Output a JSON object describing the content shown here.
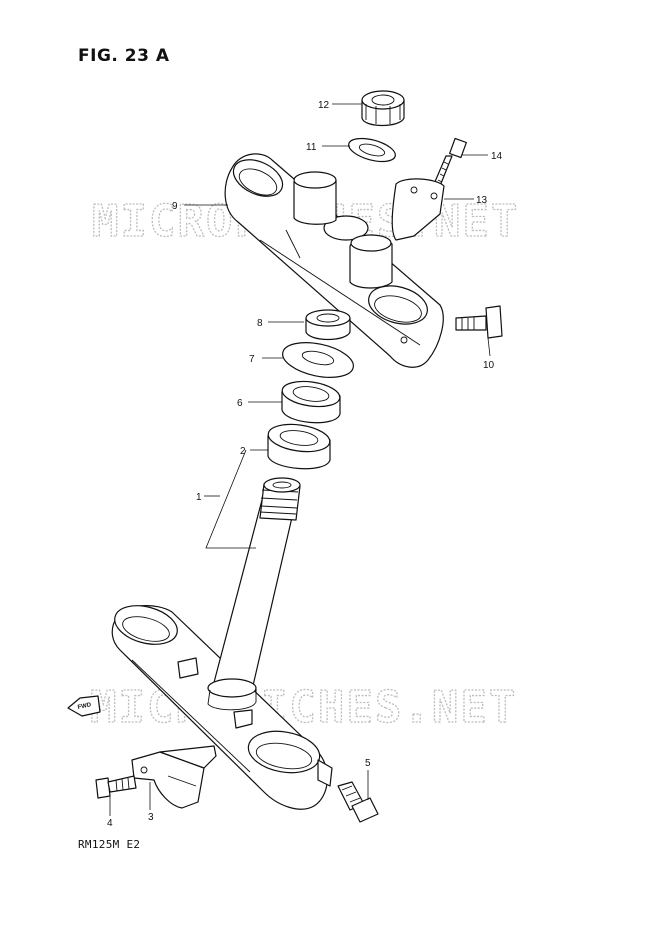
{
  "figure": {
    "title": "FIG. 23 A",
    "model": "RM125M  E2"
  },
  "watermark": "MICROFICHES.NET",
  "fwd_label": "FWD",
  "callouts": {
    "p1": "1",
    "p2": "2",
    "p3": "3",
    "p4": "4",
    "p5": "5",
    "p6": "6",
    "p7": "7",
    "p8": "8",
    "p9": "9",
    "p10": "10",
    "p11": "11",
    "p12": "12",
    "p13": "13",
    "p14": "14"
  }
}
